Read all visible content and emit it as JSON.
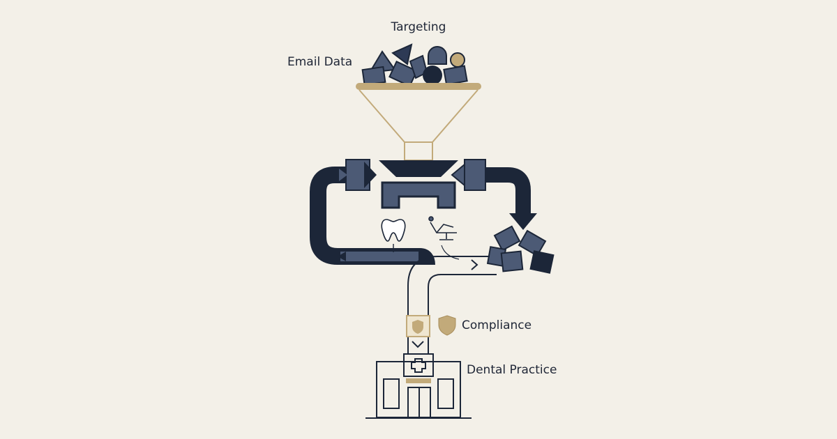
{
  "labels": {
    "targeting": "Targeting",
    "email_data": "Email Data",
    "compliance": "Compliance",
    "dental_practice": "Dental Practice"
  },
  "colors": {
    "background": "#f3f0e8",
    "navy": "#1c2638",
    "slate": "#4c5a75",
    "gold": "#c2aa7a",
    "ink": "#1f2636"
  }
}
